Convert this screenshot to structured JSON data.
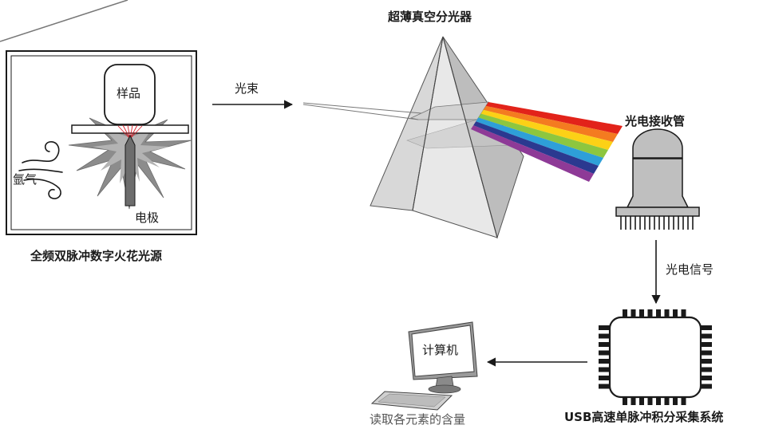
{
  "labels": {
    "source_title": "全频双脉冲数字火花光源",
    "sample": "样品",
    "argon": "氩气",
    "electrode": "电极",
    "light_beam": "光束",
    "spectrometer_title": "超薄真空分光器",
    "receiver_title": "光电接收管",
    "signal": "光电信号",
    "acquisition_title": "USB高速单脉冲积分采集系统",
    "computer": "计算机",
    "readout": "读取各元素的含量"
  },
  "colors": {
    "spectrum": [
      "#e2231a",
      "#f47b20",
      "#fcd116",
      "#8dc63f",
      "#2e9fd8",
      "#2b3990",
      "#8e3a97"
    ],
    "prism_face_light": "#e6e6e6",
    "prism_face_mid": "#cfcfcf",
    "prism_face_dark": "#b5b5b5",
    "spark": "#8c8c8c",
    "laser_lines": "#d9232d"
  }
}
